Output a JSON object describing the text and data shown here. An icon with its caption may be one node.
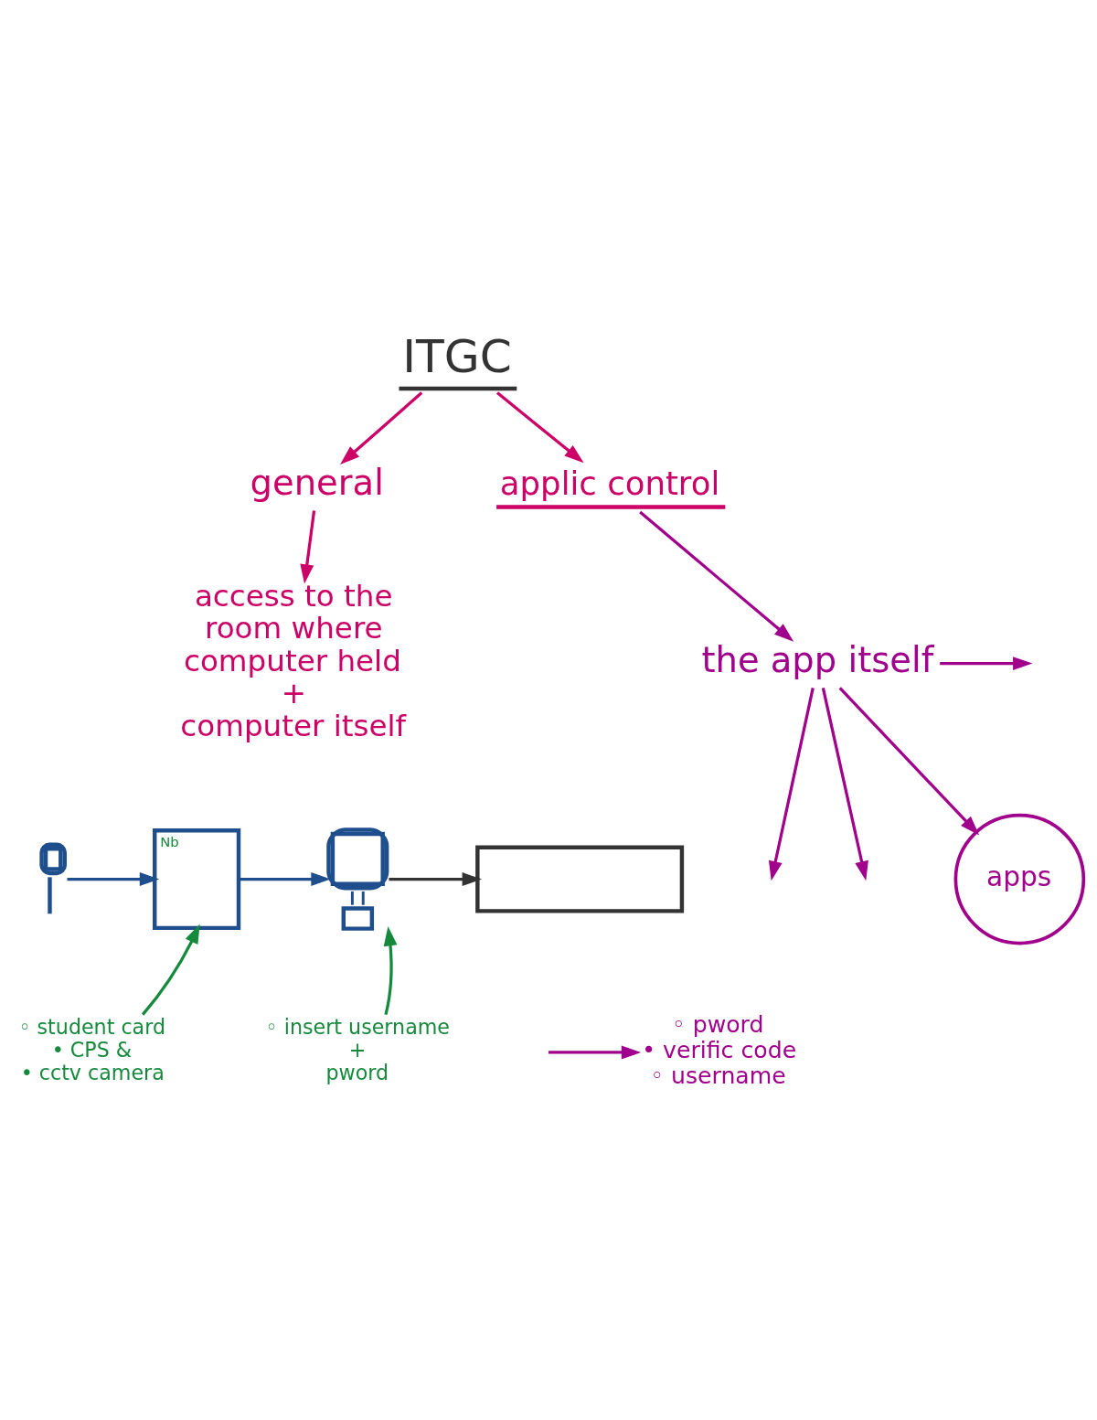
{
  "diagram": {
    "nodes": [
      {
        "text": [
          "ITGC"
        ]
      },
      {
        "text": [
          "general"
        ]
      },
      {
        "text": [
          "access to the room where computer held",
          "+",
          "computer itself"
        ]
      },
      {
        "text": [
          "applic control"
        ]
      },
      {
        "text": [
          "the app itself"
        ]
      },
      {
        "text": [
          "apps"
        ]
      },
      {
        "text": [],
        "shape": "person"
      },
      {
        "text": [
          "Nb"
        ]
      },
      {
        "text": [],
        "shape": "picture"
      },
      {
        "text": [],
        "shape": "box"
      },
      {
        "text": [
          "◦ student card",
          "• CPS &",
          "• cctv camera"
        ]
      },
      {
        "text": [
          "◦ insert username",
          "+",
          "pword"
        ]
      },
      {
        "text": [
          "◦ pword",
          "• verific code",
          "◦ username"
        ]
      }
    ],
    "edges": [
      {
        "from": 0,
        "to": 1,
        "arrow": "to",
        "color": "#cc0066"
      },
      {
        "from": 1,
        "to": 2,
        "arrow": "to",
        "color": "#cc0066"
      },
      {
        "from": 0,
        "to": 3,
        "arrow": "to",
        "color": "#cc0066"
      },
      {
        "from": 3,
        "to": 4,
        "arrow": "to"
      },
      {
        "from": 4,
        "to": null,
        "arrow": "to"
      },
      {
        "from": 4,
        "to": null,
        "arrow": "to"
      },
      {
        "from": 4,
        "to": null,
        "arrow": "to"
      },
      {
        "from": 4,
        "to": 5,
        "arrow": "to"
      },
      {
        "from": 6,
        "to": 7,
        "arrow": "to",
        "color": "#1e4e8c"
      },
      {
        "from": 7,
        "to": 8,
        "arrow": "to",
        "color": "#1e4e8c"
      },
      {
        "from": 8,
        "to": 9,
        "arrow": "to",
        "color": "#333333"
      },
      {
        "from": 10,
        "to": 7,
        "arrow": "to",
        "color": "#168a3c"
      },
      {
        "from": 11,
        "to": 8,
        "arrow": "to",
        "color": "#168a3c"
      },
      {
        "from": null,
        "to": 12,
        "arrow": "to"
      }
    ]
  }
}
